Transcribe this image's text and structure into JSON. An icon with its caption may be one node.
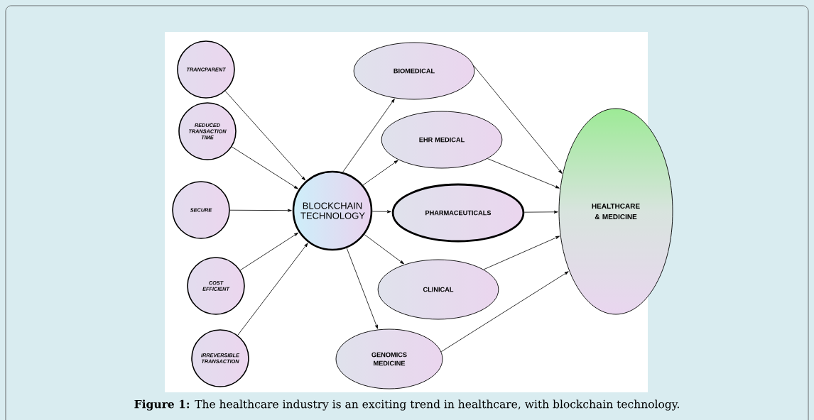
{
  "diagram": {
    "caption": "**Figure 1:** The healthcare industry is an exciting trend in healthcare, with blockchain technology.",
    "nodes": [
      {
        "text": [
          "TRANCPARENT"
        ]
      },
      {
        "text": [
          "REDUCED TRANSACTION TIME"
        ]
      },
      {
        "text": [
          "SECURE"
        ]
      },
      {
        "text": [
          "COST EFFICIENT"
        ]
      },
      {
        "text": [
          "IRREVERSIBLE TRANSACTION"
        ]
      },
      {
        "text": [
          "BLOCKCHAIN TECHNOLOGY"
        ]
      },
      {
        "text": [
          "BIOMEDICAL"
        ]
      },
      {
        "text": [
          "EHR MEDICAL"
        ]
      },
      {
        "text": [
          "PHARMACEUTICALS"
        ]
      },
      {
        "text": [
          "CLINICAL"
        ]
      },
      {
        "text": [
          "GENOMICS MEDICINE"
        ]
      },
      {
        "text": [
          "HEALTHCARE & MEDICINE"
        ]
      }
    ],
    "edges": [
      {
        "from": 0,
        "to": 5,
        "arrow": "to"
      },
      {
        "from": 1,
        "to": 5,
        "arrow": "to"
      },
      {
        "from": 2,
        "to": 5,
        "arrow": "to"
      },
      {
        "from": 3,
        "to": 5,
        "arrow": "to"
      },
      {
        "from": 4,
        "to": 5,
        "arrow": "to"
      },
      {
        "from": 5,
        "to": 6,
        "arrow": "to"
      },
      {
        "from": 5,
        "to": 7,
        "arrow": "to"
      },
      {
        "from": 5,
        "to": 8,
        "arrow": "to"
      },
      {
        "from": 5,
        "to": 9,
        "arrow": "to"
      },
      {
        "from": 5,
        "to": 10,
        "arrow": "to"
      },
      {
        "from": 6,
        "to": 11,
        "arrow": "to"
      },
      {
        "from": 7,
        "to": 11,
        "arrow": "to"
      },
      {
        "from": 8,
        "to": 11,
        "arrow": "to"
      },
      {
        "from": 9,
        "to": 11,
        "arrow": "to"
      },
      {
        "from": 10,
        "to": 11,
        "arrow": "to"
      }
    ]
  }
}
